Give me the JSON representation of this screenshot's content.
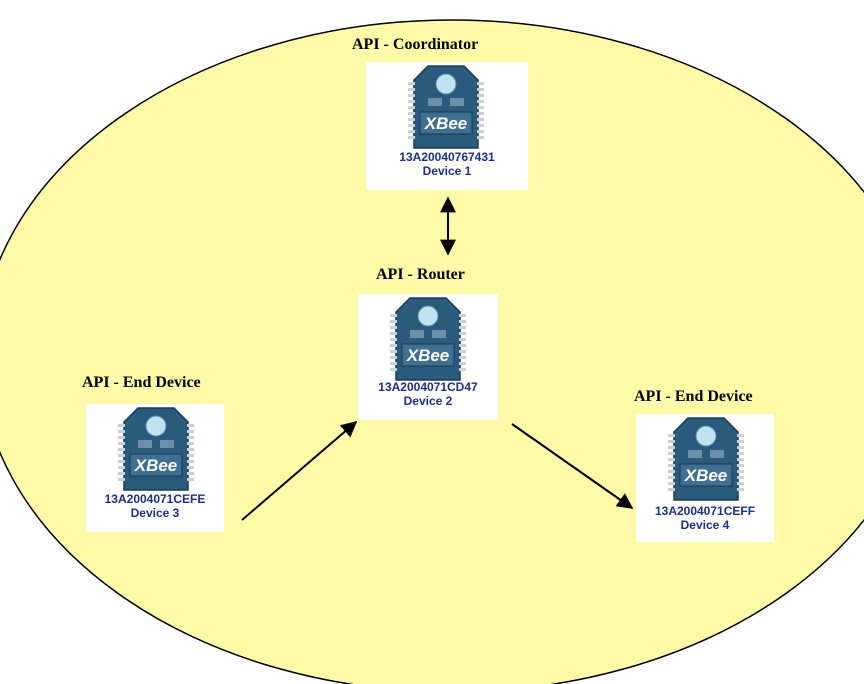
{
  "diagram": {
    "background_color": "#fffaa8",
    "ellipse_stroke": "#000000",
    "caption_color": "#1c2f8a",
    "chip_color": "#2a5a7c",
    "chip_text": "XBee",
    "nodes": [
      {
        "id": "coordinator",
        "role": "API - Coordinator",
        "address": "13A20040767431",
        "device": "Device 1"
      },
      {
        "id": "router",
        "role": "API - Router",
        "address": "13A2004071CD47",
        "device": "Device 2"
      },
      {
        "id": "end-device-3",
        "role": "API - End Device",
        "address": "13A2004071CEFE",
        "device": "Device 3"
      },
      {
        "id": "end-device-4",
        "role": "API - End Device",
        "address": "13A2004071CEFF",
        "device": "Device 4"
      }
    ],
    "links": [
      {
        "from": "coordinator",
        "to": "router",
        "direction": "both"
      },
      {
        "from": "end-device-3",
        "to": "router",
        "direction": "forward"
      },
      {
        "from": "router",
        "to": "end-device-4",
        "direction": "forward"
      }
    ]
  }
}
